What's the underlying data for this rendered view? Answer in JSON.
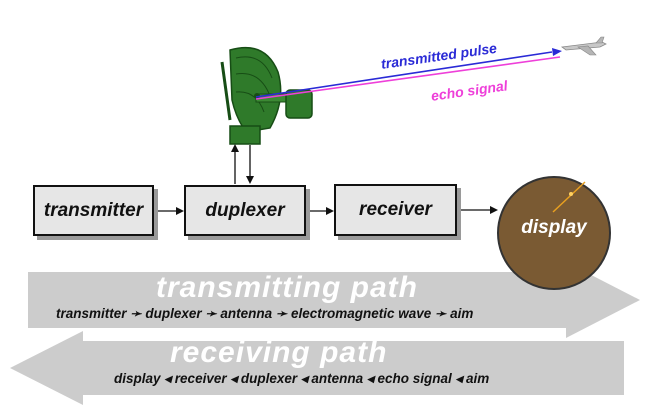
{
  "signals": {
    "transmitted_pulse": "transmitted pulse",
    "echo_signal": "echo signal",
    "transmitted_color": "#2a2ad6",
    "echo_color": "#ee3fd9"
  },
  "blocks": {
    "transmitter": "transmitter",
    "duplexer": "duplexer",
    "receiver": "receiver",
    "display": "display"
  },
  "transmitting_band": {
    "title": "transmitting path",
    "sequence": "transmitter ➛ duplexer ➛ antenna ➛ electromagnetic wave ➛ aim"
  },
  "receiving_band": {
    "title": "receiving path",
    "sequence": "display ◂ receiver ◂ duplexer ◂ antenna ◂ echo signal ◂ aim"
  },
  "colors": {
    "antenna_green": "#2f7a2a",
    "display_brown": "#7a5a33",
    "band_gray": "#cccccc"
  },
  "icons": [
    "radar-antenna-icon",
    "aircraft-icon"
  ]
}
